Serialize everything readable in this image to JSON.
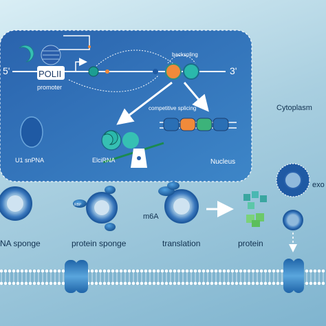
{
  "nucleus": {
    "five_prime": "5'",
    "three_prime": "3'",
    "polii_label": "POLII",
    "promoter_label": "promoter",
    "backspling_label": "backspling",
    "competitive_splicing_label": "competitive splicing",
    "u1_label": "U1 snPNA",
    "elcirna_label": "ElciRNA",
    "nucleus_label": "Nucleus"
  },
  "cytoplasm": {
    "cytoplasm_label": "Cytoplasm",
    "exo_label": "exo",
    "m6a_label": "m6A",
    "rbp_label": "RBP",
    "functions": [
      {
        "label": "NA sponge"
      },
      {
        "label": "protein sponge"
      },
      {
        "label": "translation"
      },
      {
        "label": "protein"
      }
    ]
  },
  "colors": {
    "nucleus_fill": "#2f6fb7",
    "ring_blue": "#3f86c9",
    "teal": "#36c0b3",
    "orange": "#f08a3a",
    "green": "#3cb37a",
    "membrane": "#4d8fc4"
  }
}
